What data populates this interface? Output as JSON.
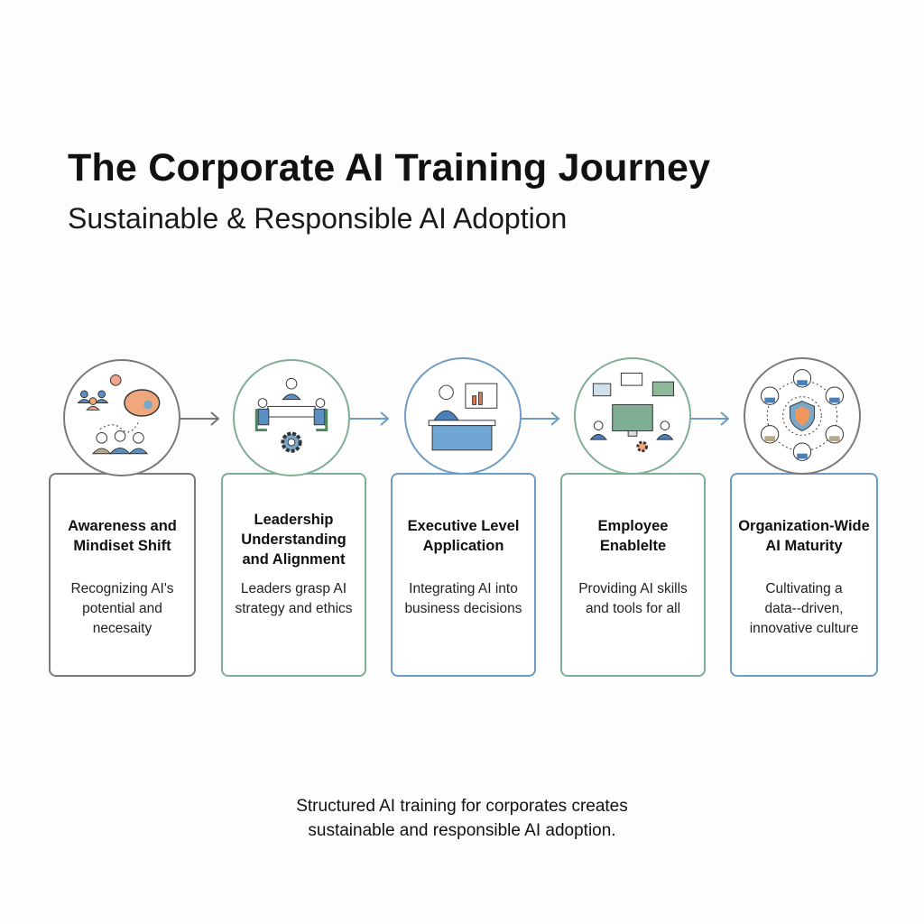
{
  "header": {
    "title": "The Corporate AI Training Journey",
    "subtitle": "Sustainable & Responsible AI Adoption"
  },
  "stages": [
    {
      "title": "Awareness and Mindiset Shift",
      "description": "Recognizing AI's potential and necesaity",
      "icon": "brain-lightbulb-people-icon",
      "color": "#7a7a7a"
    },
    {
      "title": "Leadership Understanding and Alignment",
      "description": "Leaders grasp AI strategy and ethics",
      "icon": "meeting-table-gear-icon",
      "color": "#7fae95"
    },
    {
      "title": "Executive Level Application",
      "description": "Integrating AI into business decisions",
      "icon": "executive-desk-chart-icon",
      "color": "#6e9cc4"
    },
    {
      "title": "Employee Enablelte",
      "description": "Providing AI skills and tools for all",
      "icon": "computer-network-people-icon",
      "color": "#7fae95"
    },
    {
      "title": "Organization-Wide AI Maturity",
      "description": "Cultivating a data--driven, innovative culture",
      "icon": "shield-people-network-icon",
      "color": "#6e9cc4"
    }
  ],
  "footer": {
    "line1": "Structured AI training for corporates creates",
    "line2": "sustainable and responsible AI adoption."
  }
}
